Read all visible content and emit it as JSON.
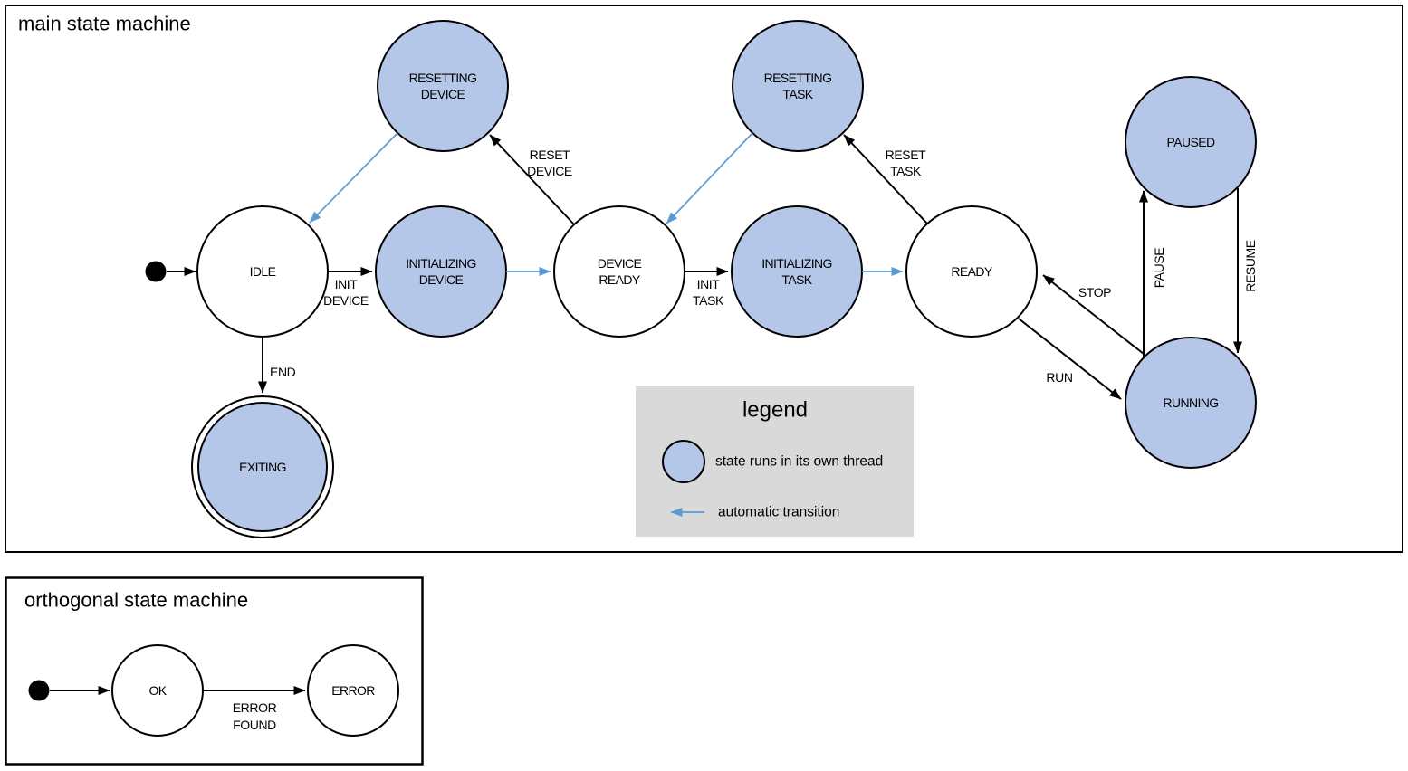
{
  "colors": {
    "state_fill": "#b5c7e8",
    "auto_transition": "#5b9bd5",
    "legend_bg": "#d9d9d9",
    "line": "#000000"
  },
  "main": {
    "title": "main state machine",
    "states": {
      "idle": {
        "label": "IDLE"
      },
      "resetting_device": {
        "line1": "RESETTING",
        "line2": "DEVICE"
      },
      "initializing_device": {
        "line1": "INITIALIZING",
        "line2": "DEVICE"
      },
      "device_ready": {
        "line1": "DEVICE",
        "line2": "READY"
      },
      "resetting_task": {
        "line1": "RESETTING",
        "line2": "TASK"
      },
      "initializing_task": {
        "line1": "INITIALIZING",
        "line2": "TASK"
      },
      "ready": {
        "label": "READY"
      },
      "paused": {
        "label": "PAUSED"
      },
      "running": {
        "label": "RUNNING"
      },
      "exiting": {
        "label": "EXITING"
      }
    },
    "transitions": {
      "init_device": {
        "line1": "INIT",
        "line2": "DEVICE"
      },
      "reset_device": {
        "line1": "RESET",
        "line2": "DEVICE"
      },
      "init_task": {
        "line1": "INIT",
        "line2": "TASK"
      },
      "reset_task": {
        "line1": "RESET",
        "line2": "TASK"
      },
      "end": {
        "label": "END"
      },
      "run": {
        "label": "RUN"
      },
      "stop": {
        "label": "STOP"
      },
      "pause": {
        "label": "PAUSE"
      },
      "resume": {
        "label": "RESUME"
      }
    }
  },
  "legend": {
    "title": "legend",
    "thread_item": "state runs in its own thread",
    "auto_item": "automatic transition"
  },
  "orthogonal": {
    "title": "orthogonal state machine",
    "states": {
      "ok": {
        "label": "OK"
      },
      "error": {
        "label": "ERROR"
      }
    },
    "transitions": {
      "error_found": {
        "line1": "ERROR",
        "line2": "FOUND"
      }
    }
  }
}
